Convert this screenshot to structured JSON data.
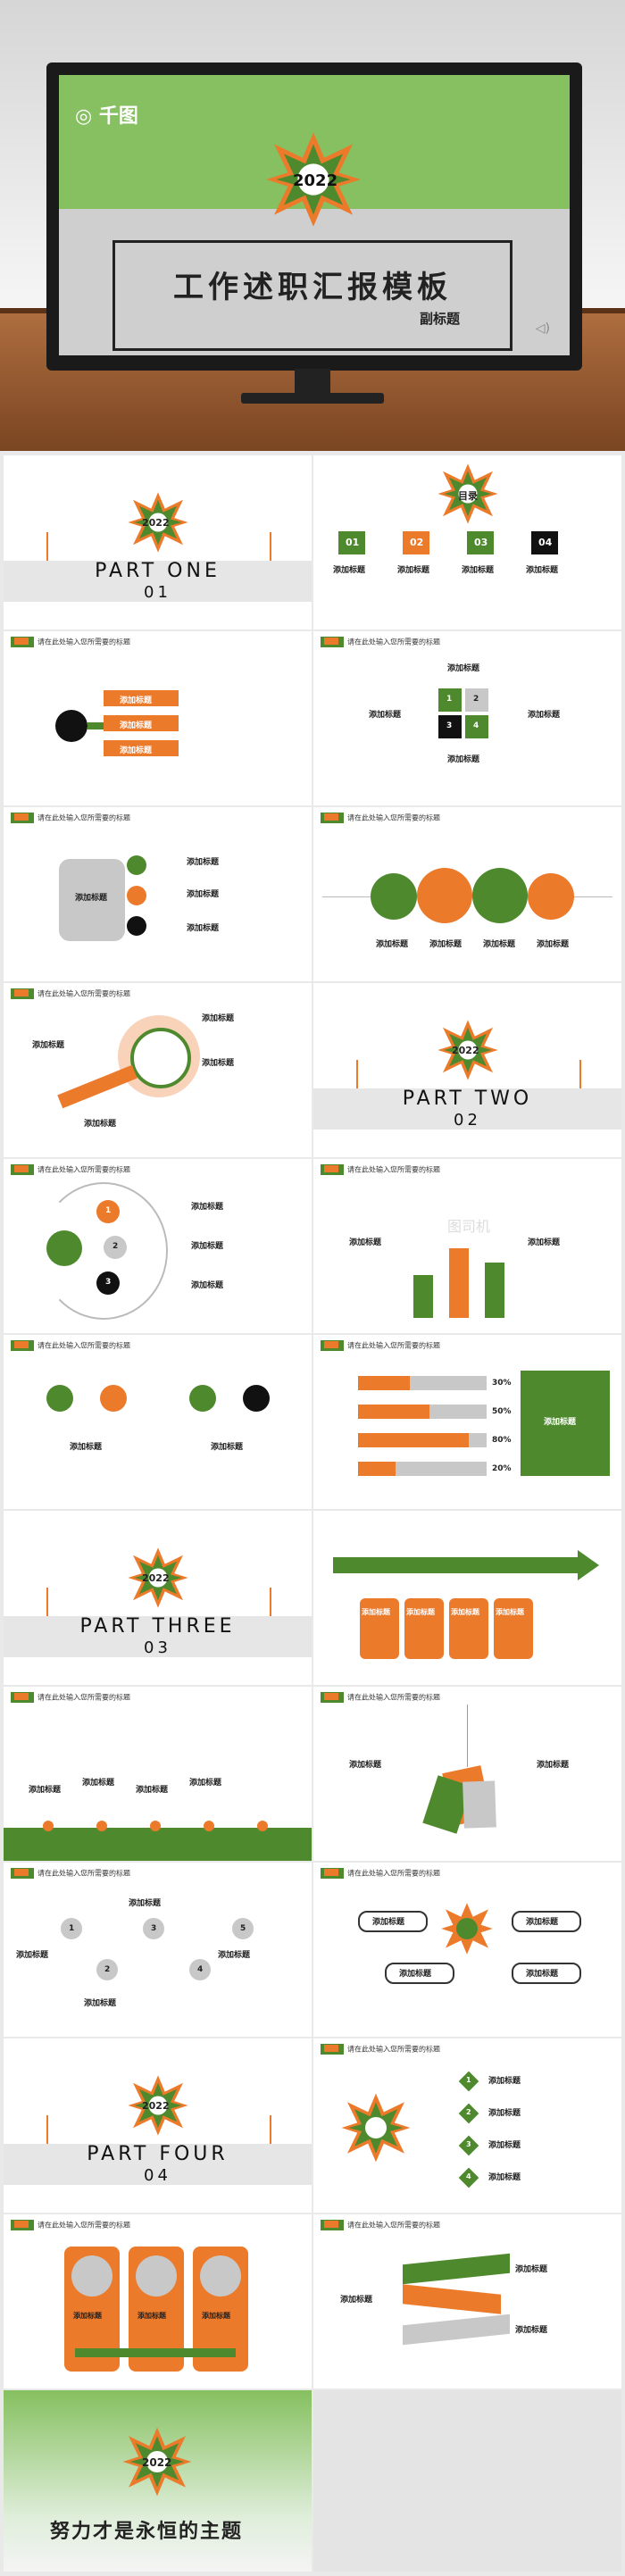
{
  "brand": {
    "logo": "千图"
  },
  "cover": {
    "title": "工作述职汇报模板",
    "subtitle": "副标题",
    "year": "2022"
  },
  "header_text": "请在此处输入您所需要的标题",
  "item_label": "添加标题",
  "slides": {
    "part_one": {
      "title": "PART ONE",
      "number": "01",
      "year": "2022"
    },
    "contents": {
      "year": "目录",
      "nums": [
        "01",
        "02",
        "03",
        "04"
      ],
      "label": "添加标题"
    },
    "part_two": {
      "title": "PART TWO",
      "number": "02",
      "year": "2022"
    },
    "part_three": {
      "title": "PART THREE",
      "number": "03",
      "year": "2022"
    },
    "part_four": {
      "title": "PART FOUR",
      "number": "04",
      "year": "2022"
    },
    "numbered": [
      "1",
      "2",
      "3"
    ],
    "cycle": [
      "1",
      "2",
      "3",
      "4",
      "5"
    ],
    "grid": [
      "1",
      "2",
      "3",
      "4"
    ],
    "diamonds": [
      "1",
      "2",
      "3",
      "4"
    ],
    "percents": [
      "30%",
      "50%",
      "80%",
      "20%"
    ],
    "watermark": "图司机"
  },
  "closing": {
    "slogan": "努力才是永恒的主题",
    "year": "2022"
  },
  "colors": {
    "green": "#4e8a2d",
    "orange": "#ec7a2b",
    "light_green": "#86c060"
  }
}
